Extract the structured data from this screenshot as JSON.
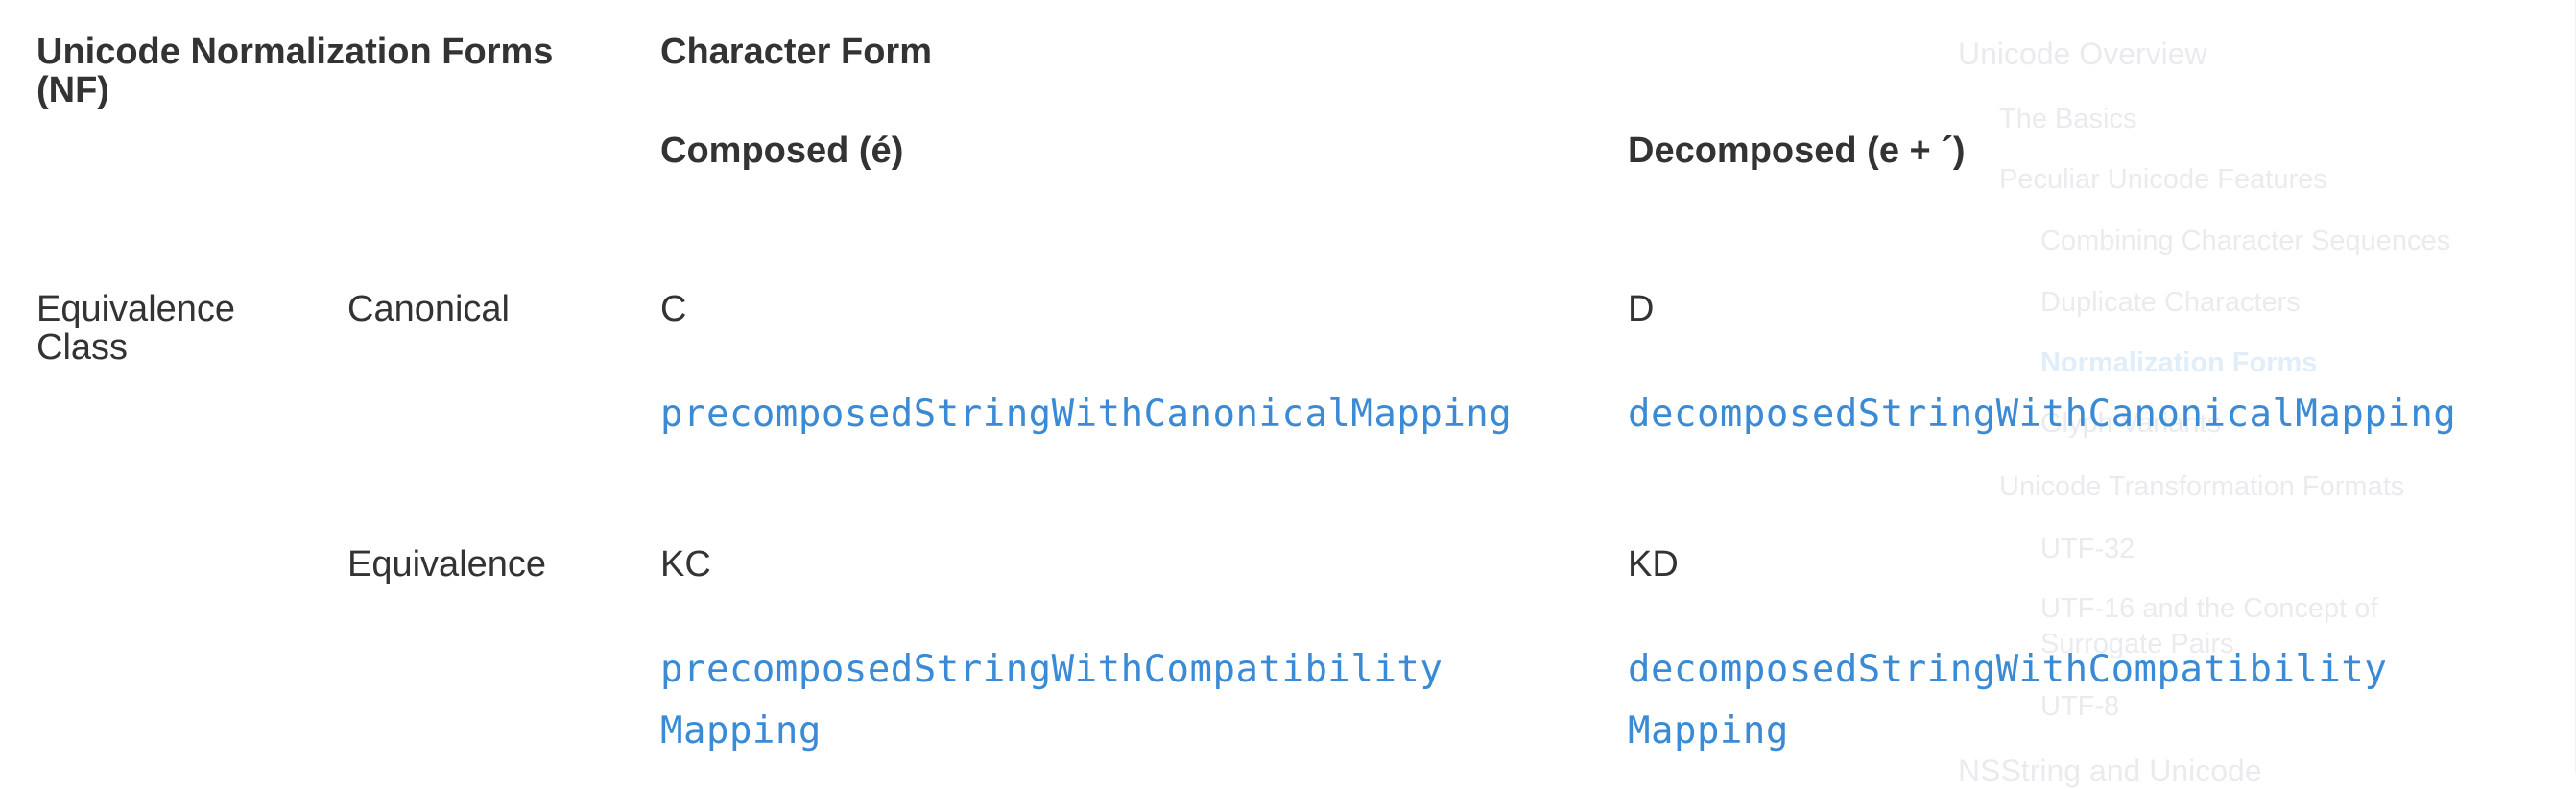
{
  "table": {
    "header": {
      "nf_label": "Unicode Normalization Forms (NF)",
      "character_form": "Character Form",
      "composed": "Composed (é)",
      "decomposed": "Decomposed (e + ´)"
    },
    "rows": [
      {
        "group": "Equivalence Class",
        "type": "Canonical",
        "composed_form": "C",
        "composed_method": "precomposedStringWithCanonicalMapping",
        "decomposed_form": "D",
        "decomposed_method": "decomposedStringWithCanonicalMapping"
      },
      {
        "group": "",
        "type": "Equivalence",
        "composed_form": "KC",
        "composed_method_line1": "precomposedStringWithCompatibility",
        "composed_method_line2": "Mapping",
        "decomposed_form": "KD",
        "decomposed_method_line1": "decomposedStringWithCompatibility",
        "decomposed_method_line2": "Mapping"
      }
    ]
  },
  "toc": {
    "items": [
      {
        "label": "Unicode Overview"
      },
      {
        "label": "The Basics"
      },
      {
        "label": "Peculiar Unicode Features"
      },
      {
        "label": "Combining Character Sequences"
      },
      {
        "label": "Duplicate Characters"
      },
      {
        "label": "Normalization Forms",
        "active": true
      },
      {
        "label": "Glyph Variants"
      },
      {
        "label": "Unicode Transformation Formats"
      },
      {
        "label": "UTF-32"
      },
      {
        "label": "UTF-16 and the Concept of"
      },
      {
        "label": "Surrogate Pairs"
      },
      {
        "label": "UTF-8"
      },
      {
        "label": "NSString and Unicode"
      }
    ]
  },
  "colors": {
    "link": "#3a8ad5",
    "text": "#333333",
    "toc_text": "#e9ebee",
    "toc_active": "#e1eefa"
  }
}
